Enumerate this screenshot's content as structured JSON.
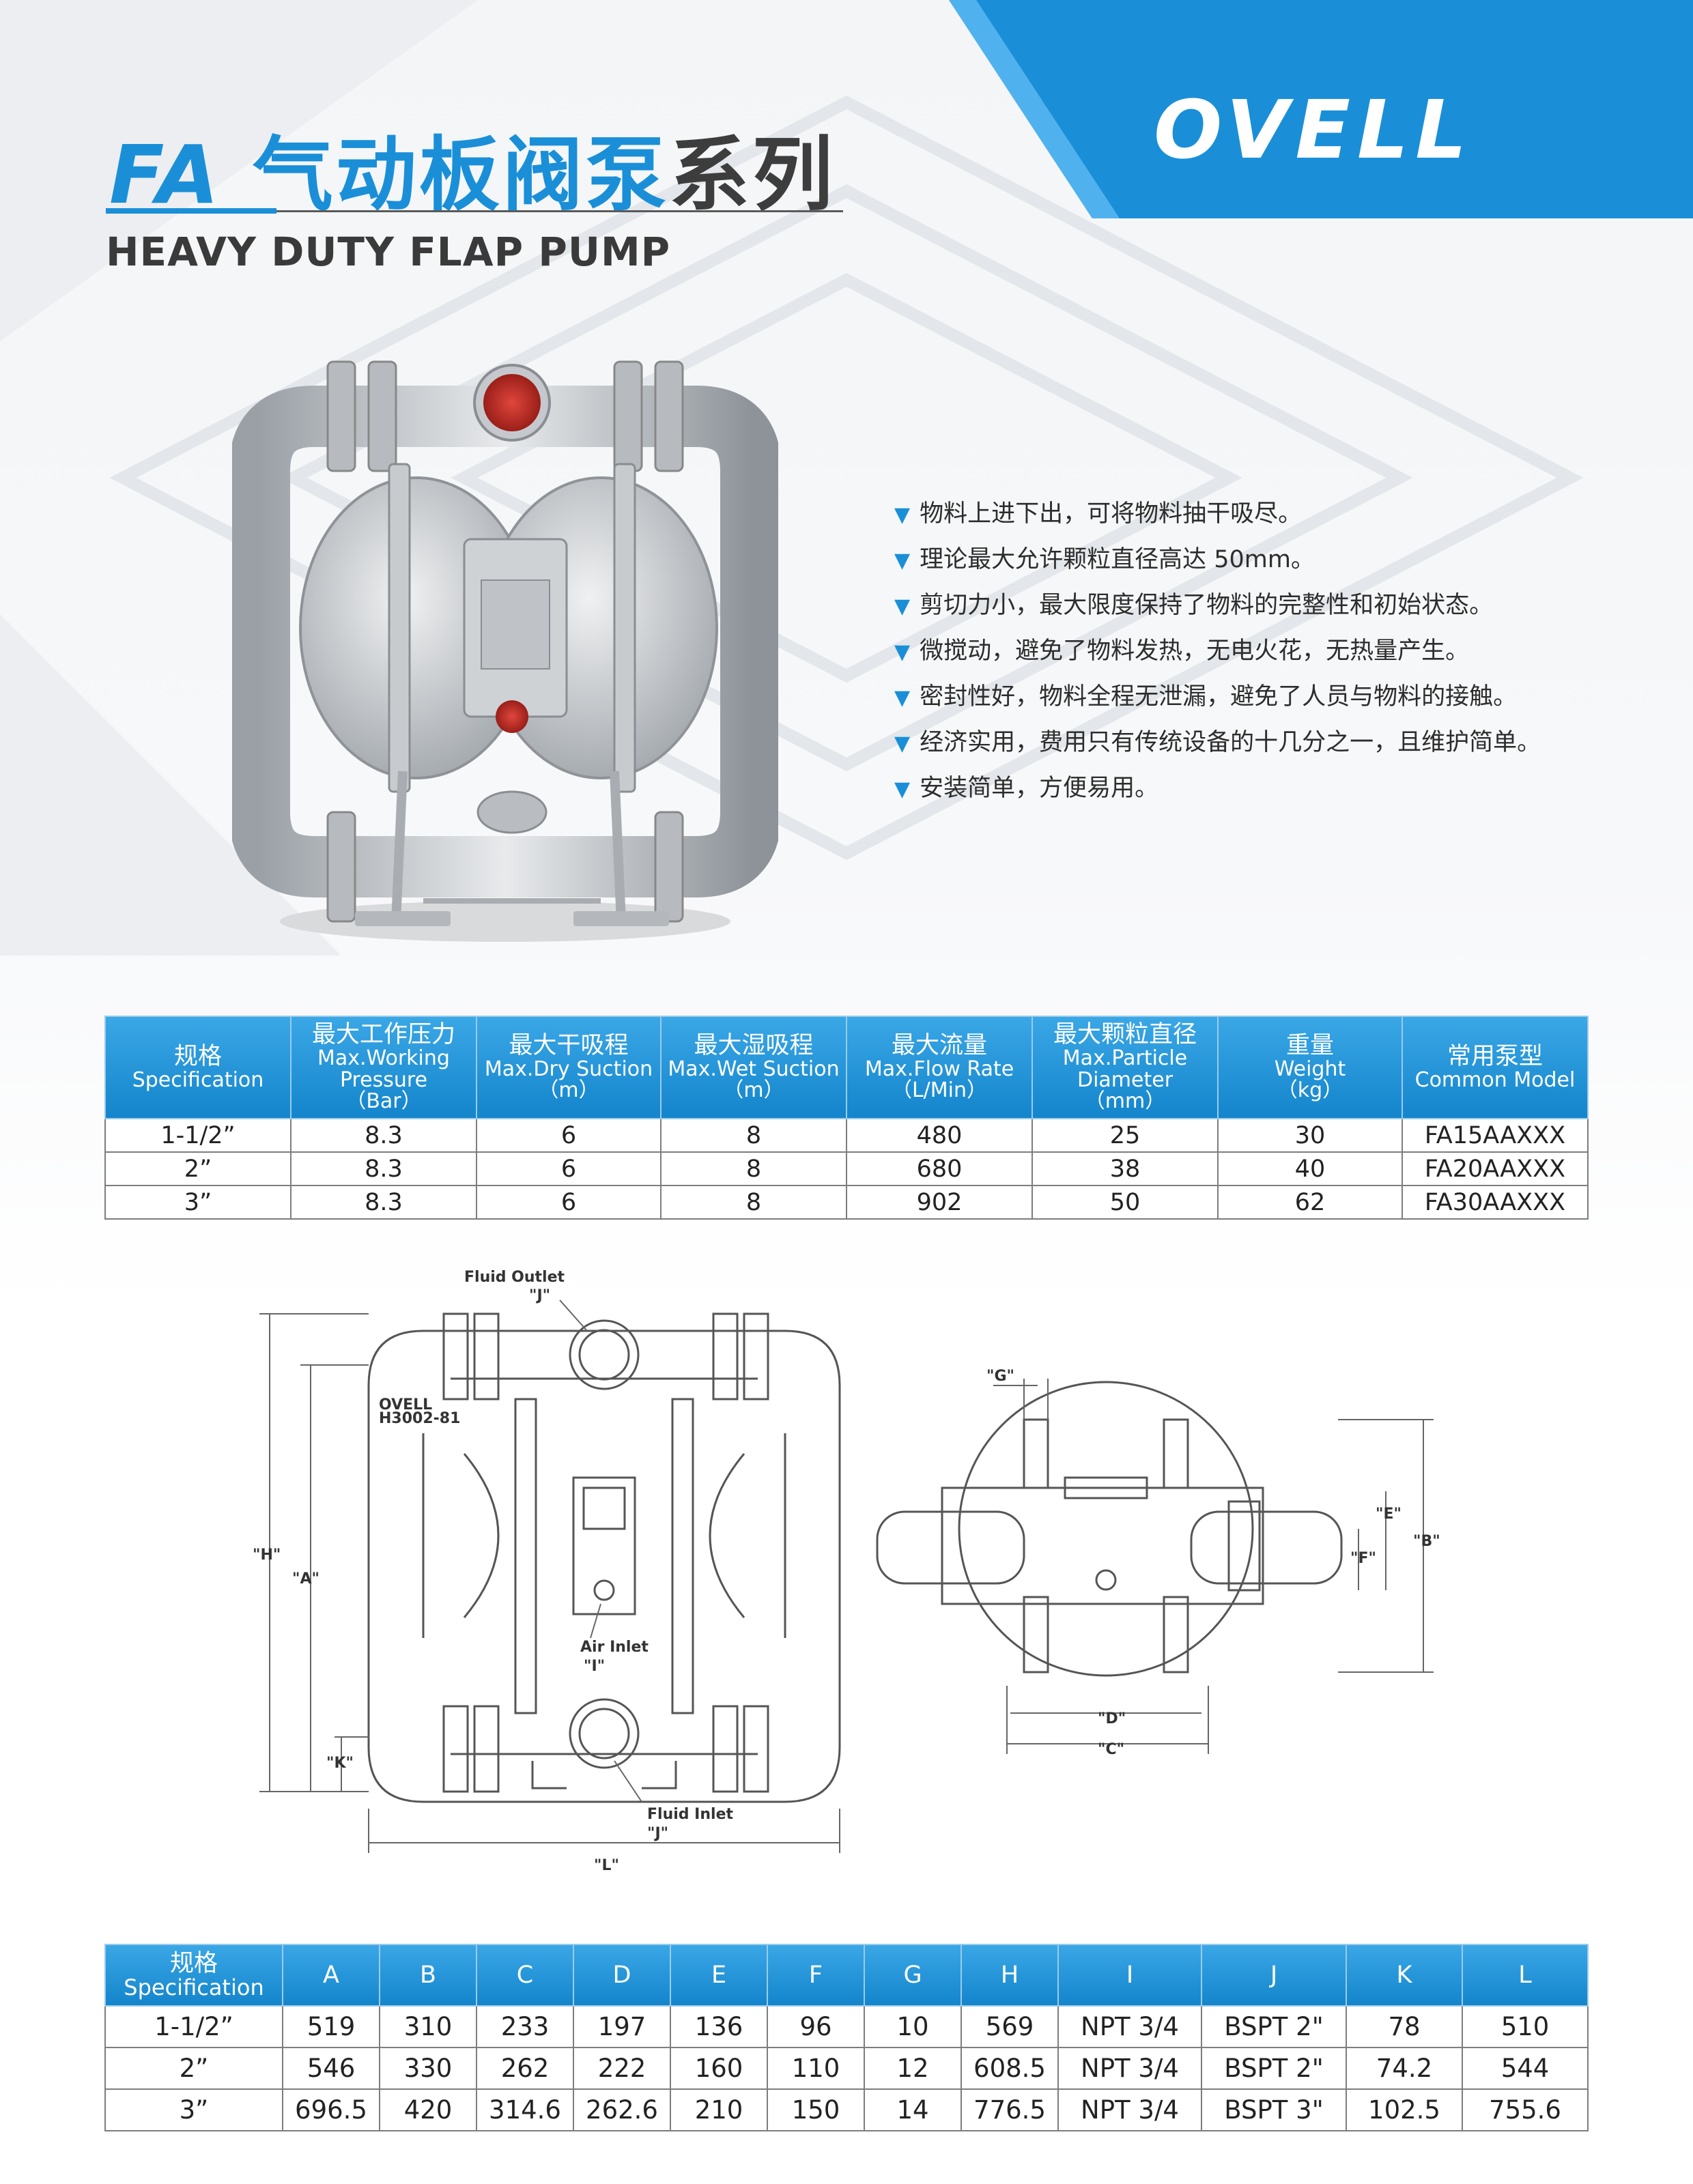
{
  "header": {
    "title_fa": "FA",
    "title_cn_blue": "气动板阀泵",
    "title_cn_gray": "系列",
    "subtitle": "HEAVY DUTY FLAP PUMP",
    "logo": "OVELL"
  },
  "colors": {
    "accent": "#1a8fd8",
    "header_blue": "#1485cc",
    "text": "#2d2d2d"
  },
  "features": [
    "物料上进下出，可将物料抽干吸尽。",
    "理论最大允许颗粒直径高达 50mm。",
    "剪切力小，最大限度保持了物料的完整性和初始状态。",
    "微搅动，避免了物料发热，无电火花，无热量产生。",
    "密封性好，物料全程无泄漏，避免了人员与物料的接触。",
    "经济实用，费用只有传统设备的十几分之一，且维护简单。",
    "安装简单，方便易用。"
  ],
  "table1": {
    "headers": [
      {
        "cn": "规格",
        "en": "Specification",
        "unit": ""
      },
      {
        "cn": "最大工作压力",
        "en": "Max.Working Pressure",
        "unit": "（Bar）"
      },
      {
        "cn": "最大干吸程",
        "en": "Max.Dry Suction",
        "unit": "（m）"
      },
      {
        "cn": "最大湿吸程",
        "en": "Max.Wet Suction",
        "unit": "（m）"
      },
      {
        "cn": "最大流量",
        "en": "Max.Flow Rate",
        "unit": "（L/Min）"
      },
      {
        "cn": "最大颗粒直径",
        "en": "Max.Particle Diameter",
        "unit": "（mm）"
      },
      {
        "cn": "重量",
        "en": "Weight",
        "unit": "（kg）"
      },
      {
        "cn": "常用泵型",
        "en": "Common Model",
        "unit": ""
      }
    ],
    "rows": [
      [
        "1-1/2”",
        "8.3",
        "6",
        "8",
        "480",
        "25",
        "30",
        "FA15AAXXX"
      ],
      [
        "2”",
        "8.3",
        "6",
        "8",
        "680",
        "38",
        "40",
        "FA20AAXXX"
      ],
      [
        "3”",
        "8.3",
        "6",
        "8",
        "902",
        "50",
        "62",
        "FA30AAXXX"
      ]
    ]
  },
  "drawing": {
    "fluid_outlet": "Fluid Outlet",
    "fluid_outlet_tag": "\"J\"",
    "air_inlet": "Air Inlet",
    "air_inlet_tag": "\"I\"",
    "fluid_inlet": "Fluid Inlet",
    "fluid_inlet_tag": "\"J\"",
    "dim_h": "\"H\"",
    "dim_a": "\"A\"",
    "dim_k": "\"K\"",
    "dim_l": "\"L\"",
    "dim_g": "\"G\"",
    "dim_e": "\"E\"",
    "dim_f": "\"F\"",
    "dim_b": "\"B\"",
    "dim_d": "\"D\"",
    "dim_c": "\"C\"",
    "plate_ovell": "OVELL",
    "plate_code": "H3002-81"
  },
  "table2": {
    "header_first_cn": "规格",
    "header_first_en": "Specification",
    "headers": [
      "A",
      "B",
      "C",
      "D",
      "E",
      "F",
      "G",
      "H",
      "I",
      "J",
      "K",
      "L"
    ],
    "rows": [
      [
        "1-1/2”",
        "519",
        "310",
        "233",
        "197",
        "136",
        "96",
        "10",
        "569",
        "NPT  3/4",
        "BSPT  2\"",
        "78",
        "510"
      ],
      [
        "2”",
        "546",
        "330",
        "262",
        "222",
        "160",
        "110",
        "12",
        "608.5",
        "NPT  3/4",
        "BSPT  2\"",
        "74.2",
        "544"
      ],
      [
        "3”",
        "696.5",
        "420",
        "314.6",
        "262.6",
        "210",
        "150",
        "14",
        "776.5",
        "NPT 3/4",
        "BSPT  3\"",
        "102.5",
        "755.6"
      ]
    ]
  }
}
